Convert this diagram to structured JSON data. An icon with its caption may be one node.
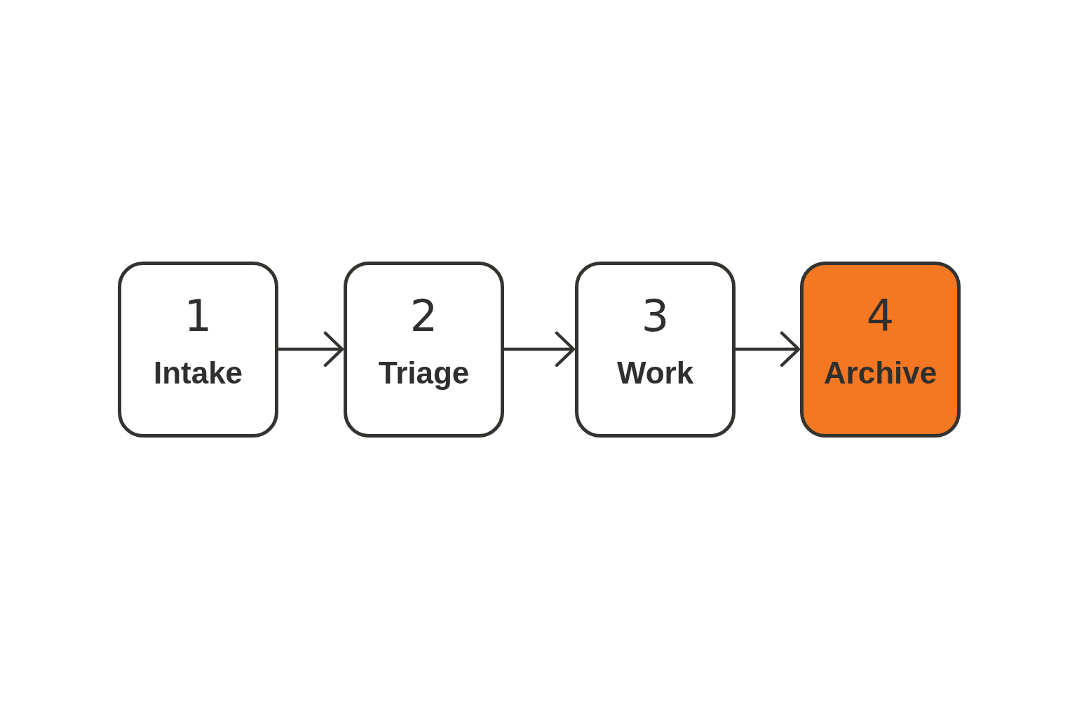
{
  "diagram": {
    "nodes": [
      {
        "text": [
          "1",
          "Intake"
        ]
      },
      {
        "text": [
          "2",
          "Triage"
        ]
      },
      {
        "text": [
          "3",
          "Work"
        ]
      },
      {
        "text": [
          "4",
          "Archive"
        ]
      }
    ],
    "edges": [
      {
        "from": 0,
        "to": 1,
        "arrow": "to"
      },
      {
        "from": 1,
        "to": 2,
        "arrow": "to"
      },
      {
        "from": 2,
        "to": 3,
        "arrow": "to"
      }
    ]
  }
}
